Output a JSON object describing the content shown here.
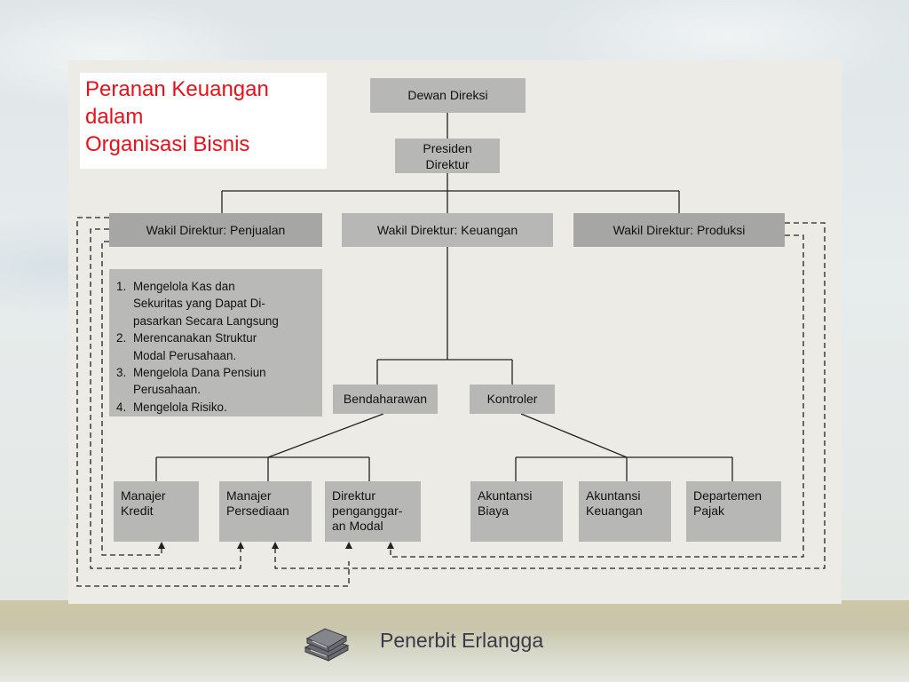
{
  "title": {
    "line1": "Peranan Keuangan",
    "line2": "dalam",
    "line3": "Organisasi Bisnis"
  },
  "colors": {
    "title": "#e8101a",
    "node_fill": "#b7b7b5",
    "panel": "#ecebe6"
  },
  "org": {
    "board": "Dewan Direksi",
    "president": {
      "line1": "Presiden",
      "line2": "Direktur"
    },
    "vp_sales": "Wakil Direktur: Penjualan",
    "vp_finance": "Wakil Direktur: Keuangan",
    "vp_production": "Wakil Direktur: Produksi",
    "treasurer": "Bendaharawan",
    "controller": "Kontroler",
    "credit_manager": {
      "line1": "Manajer",
      "line2": "Kredit"
    },
    "inventory_manager": {
      "line1": "Manajer",
      "line2": "Persediaan"
    },
    "capital_budget_director": {
      "line1": "Direktur",
      "line2": "penganggar-",
      "line3": "an Modal"
    },
    "cost_accounting": {
      "line1": "Akuntansi",
      "line2": "Biaya"
    },
    "financial_accounting": {
      "line1": "Akuntansi",
      "line2": "Keuangan"
    },
    "tax_department": {
      "line1": "Departemen",
      "line2": "Pajak"
    }
  },
  "duties": [
    {
      "num": "1.",
      "lines": [
        "Mengelola Kas dan",
        "Sekuritas yang Dapat Di-",
        "pasarkan Secara Langsung"
      ]
    },
    {
      "num": "2.",
      "lines": [
        "Merencanakan Struktur",
        "Modal Perusahaan."
      ]
    },
    {
      "num": "3.",
      "lines": [
        "Mengelola Dana Pensiun",
        "Perusahaan."
      ]
    },
    {
      "num": "4.",
      "lines": [
        "Mengelola Risiko."
      ]
    }
  ],
  "footer": {
    "publisher": "Penerbit Erlangga",
    "logo_icon": "stacked-books-icon"
  }
}
